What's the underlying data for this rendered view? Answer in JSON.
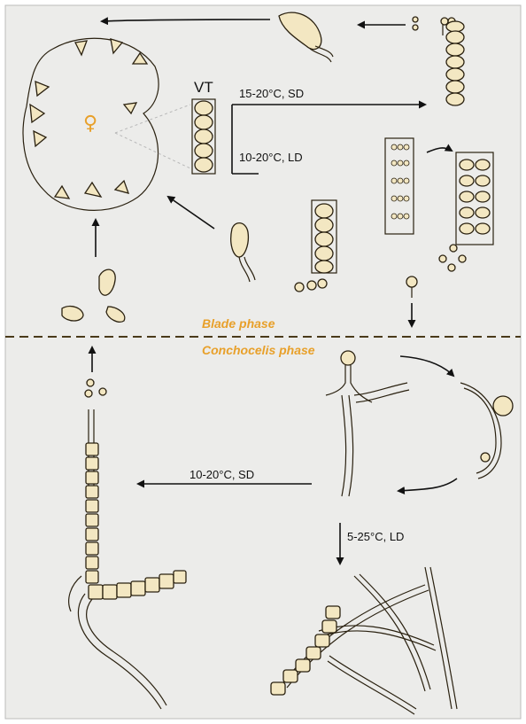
{
  "labels": {
    "vt": "VT",
    "cond_blade_sd": "15-20°C, SD",
    "cond_blade_ld": "10-20°C, LD",
    "cond_concho_sd": "10-20°C, SD",
    "cond_concho_ld": "5-25°C, LD",
    "female_symbol": "♀"
  },
  "phases": {
    "blade": "Blade phase",
    "conchocelis": "Conchocelis phase"
  },
  "colors": {
    "background": "#ececea",
    "phase_text": "#e8a02a",
    "cell_fill": "#f3e7c2",
    "outline": "#2a2110",
    "divider": "#4a3a1a"
  }
}
